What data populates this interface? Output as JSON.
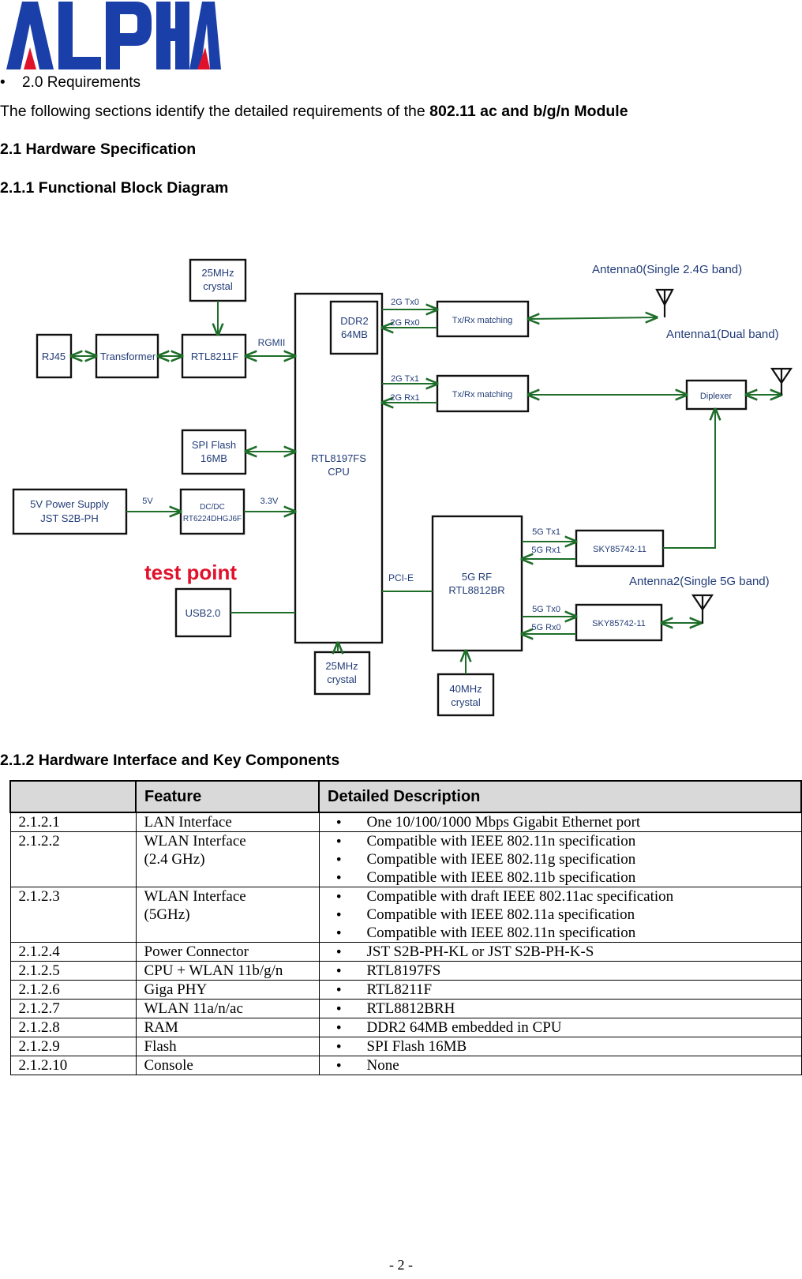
{
  "logo": {
    "text": "ALPHA",
    "colors": {
      "main": "#1a3fa8",
      "accent": "#e0122b"
    }
  },
  "requirements_bullet": "•",
  "requirements_heading": "2.0 Requirements",
  "intro": {
    "prefix": "The following sections identify the detailed requirements of the ",
    "bold": "802.11 ac and b/g/n Module"
  },
  "sections": {
    "hw_spec": "2.1 Hardware Specification",
    "block_diagram": "2.1.1 Functional Block Diagram",
    "hw_interface": "2.1.2 Hardware Interface and Key Components"
  },
  "diagram": {
    "crystal_top": [
      "25MHz",
      "crystal"
    ],
    "rj45": "RJ45",
    "transformer": "Transformer",
    "rtl8211f": "RTL8211F",
    "rgmii": "RGMII",
    "cpu": [
      "RTL8197FS",
      "CPU"
    ],
    "ddr2": [
      "DDR2",
      "64MB"
    ],
    "tx0": "2G Tx0",
    "rx0": "2G Rx0",
    "tx1": "2G Tx1",
    "rx1": "2G Rx1",
    "txrx_matching": "Tx/Rx matching",
    "antenna0": "Antenna0(Single 2.4G band)",
    "antenna1": "Antenna1(Dual band)",
    "antenna2": "Antenna2(Single 5G band)",
    "diplexer": "Diplexer",
    "spi_flash": [
      "SPI Flash",
      "16MB"
    ],
    "power_supply": [
      "5V Power Supply",
      "JST S2B-PH"
    ],
    "five_v": "5V",
    "dcdc": [
      "DC/DC",
      "RT6224DHGJ6F"
    ],
    "v33": "3.3V",
    "test_point": "test point",
    "usb": "USB2.0",
    "pcie": "PCI-E",
    "rf5g": [
      "5G RF",
      "RTL8812BR"
    ],
    "tx5_1": "5G Tx1",
    "rx5_1": "5G Rx1",
    "tx5_0": "5G Tx0",
    "rx5_0": "5G Rx0",
    "sky": "SKY85742-11",
    "crystal_bottom": [
      "25MHz",
      "crystal"
    ],
    "crystal_40": [
      "40MHz",
      "crystal"
    ],
    "colors": {
      "line": "#1e6e2a",
      "box": "#111111",
      "label": "#223c78",
      "test_point": "#e0122b"
    }
  },
  "table": {
    "headers": [
      "",
      "Feature",
      "Detailed Description"
    ],
    "rows": [
      {
        "id": "2.1.2.1",
        "feature": [
          "LAN Interface"
        ],
        "desc": [
          "One 10/100/1000 Mbps Gigabit Ethernet port"
        ]
      },
      {
        "id": "2.1.2.2",
        "feature": [
          "WLAN Interface",
          "(2.4 GHz)"
        ],
        "desc": [
          "Compatible with IEEE 802.11n specification",
          "Compatible with IEEE 802.11g specification",
          "Compatible with IEEE 802.11b specification"
        ]
      },
      {
        "id": "2.1.2.3",
        "feature": [
          "WLAN Interface",
          "(5GHz)"
        ],
        "desc": [
          "Compatible with draft IEEE 802.11ac specification",
          "Compatible with IEEE 802.11a specification",
          "Compatible with IEEE 802.11n specification"
        ]
      },
      {
        "id": "2.1.2.4",
        "feature": [
          "Power Connector"
        ],
        "desc": [
          "JST  S2B-PH-KL or JST  S2B-PH-K-S"
        ]
      },
      {
        "id": "2.1.2.5",
        "feature": [
          "CPU + WLAN 11b/g/n"
        ],
        "desc": [
          "RTL8197FS"
        ]
      },
      {
        "id": "2.1.2.6",
        "feature": [
          "Giga PHY"
        ],
        "desc": [
          "RTL8211F"
        ]
      },
      {
        "id": "2.1.2.7",
        "feature": [
          "WLAN 11a/n/ac"
        ],
        "desc": [
          "RTL8812BRH"
        ]
      },
      {
        "id": "2.1.2.8",
        "feature": [
          "RAM"
        ],
        "desc": [
          "DDR2 64MB embedded in CPU"
        ]
      },
      {
        "id": "2.1.2.9",
        "feature": [
          "Flash"
        ],
        "desc": [
          "SPI Flash 16MB"
        ]
      },
      {
        "id": "2.1.2.10",
        "feature": [
          "Console"
        ],
        "desc": [
          "None"
        ]
      }
    ]
  },
  "footer": "- 2 -"
}
